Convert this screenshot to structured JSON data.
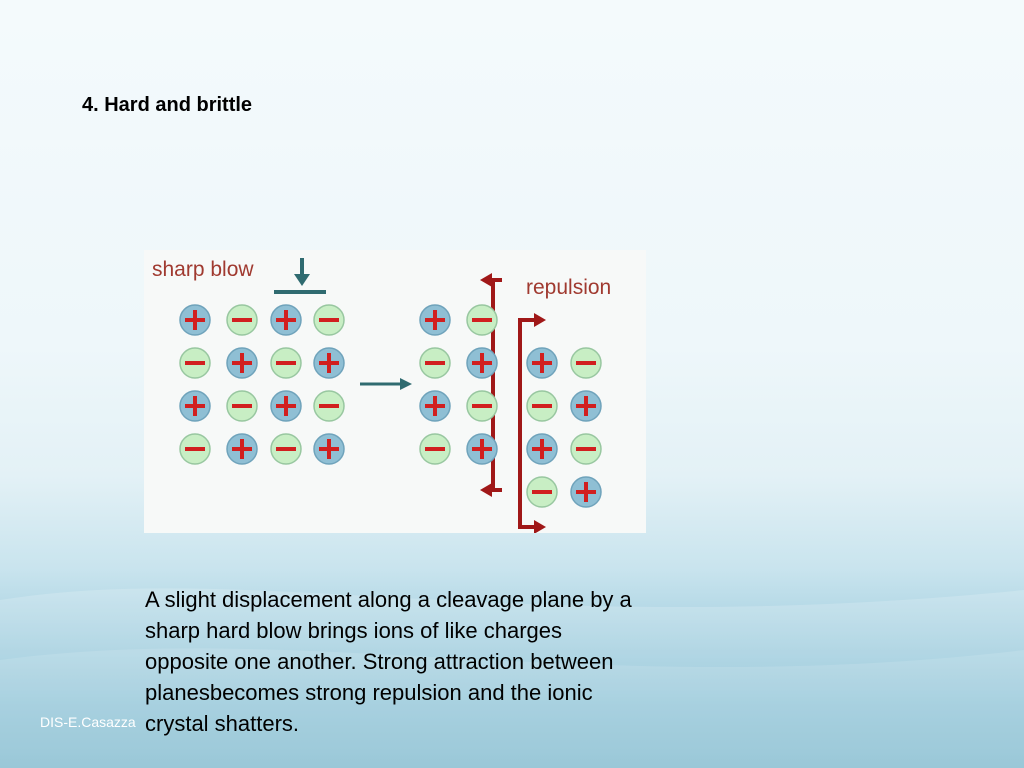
{
  "slide": {
    "title": "4. Hard and brittle",
    "caption": "A slight displacement along a cleavage plane by a sharp hard blow brings ions of like charges opposite one another. Strong attraction between planesbecomes strong repulsion and the ionic crystal shatters.",
    "footer": "DIS-E.Casazza"
  },
  "figure": {
    "label_blow": "sharp blow",
    "label_repulsion": "repulsion",
    "colors": {
      "positive_ion": "#8fbfd4",
      "negative_ion": "#c8eec4",
      "charge_sign": "#d11f1f",
      "arrow_teal": "#2f6b70",
      "repulsion_arrow": "#a01818",
      "label_text": "#a03a30"
    },
    "before_grid": [
      [
        "+",
        "-",
        "+",
        "-"
      ],
      [
        "-",
        "+",
        "-",
        "+"
      ],
      [
        "+",
        "-",
        "+",
        "-"
      ],
      [
        "-",
        "+",
        "-",
        "+"
      ]
    ],
    "after_left": [
      [
        "+",
        "-"
      ],
      [
        "-",
        "+"
      ],
      [
        "+",
        "-"
      ],
      [
        "-",
        "+"
      ]
    ],
    "after_right": [
      [
        "+",
        "-"
      ],
      [
        "-",
        "+"
      ],
      [
        "+",
        "-"
      ],
      [
        "-",
        "+"
      ]
    ]
  }
}
